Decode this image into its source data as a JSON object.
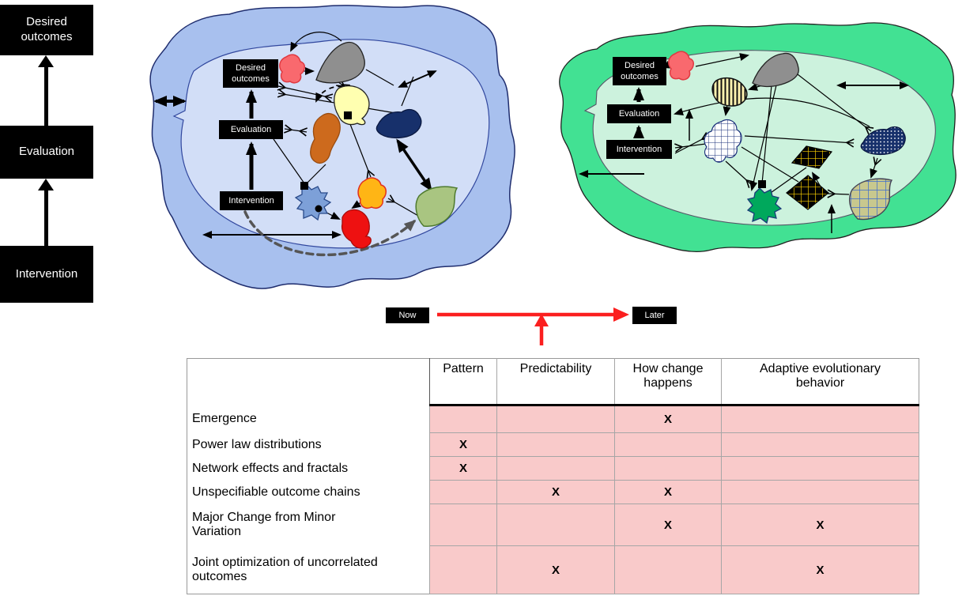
{
  "colors": {
    "outer_blue": "#a8c0ee",
    "inner_blue": "#d2def7",
    "outer_green": "#42e193",
    "inner_green": "#ccf2dd",
    "table_pink": "#f9caca",
    "arrow_red": "#fb1f1f",
    "box_bg": "#000000",
    "box_text": "#ffffff"
  },
  "left_flow": {
    "desired_outcomes": "Desired outcomes",
    "evaluation": "Evaluation",
    "intervention": "Intervention"
  },
  "blue_system": {
    "desired_outcomes": "Desired outcomes",
    "evaluation": "Evaluation",
    "intervention": "Intervention"
  },
  "green_system": {
    "desired_outcomes": "Desired outcomes",
    "evaluation": "Evaluation",
    "intervention": "Intervention"
  },
  "timeline": {
    "now": "Now",
    "later": "Later"
  },
  "table": {
    "headers": [
      "Pattern",
      "Predictability",
      "How change happens",
      "Adaptive evolutionary behavior"
    ],
    "mark": "X",
    "rows": [
      {
        "label": "Emergence",
        "marks": [
          "",
          "",
          "X",
          ""
        ]
      },
      {
        "label": "Power law distributions",
        "marks": [
          "X",
          "",
          "",
          ""
        ]
      },
      {
        "label": "Network effects and fractals",
        "marks": [
          "X",
          "",
          "",
          ""
        ]
      },
      {
        "label": "Unspecifiable outcome chains",
        "marks": [
          "",
          "X",
          "X",
          ""
        ]
      },
      {
        "label": "Major Change from Minor Variation",
        "marks": [
          "",
          "",
          "X",
          "X"
        ]
      },
      {
        "label": "Joint optimization of uncorrelated outcomes",
        "marks": [
          "",
          "X",
          "",
          "X"
        ]
      }
    ]
  }
}
